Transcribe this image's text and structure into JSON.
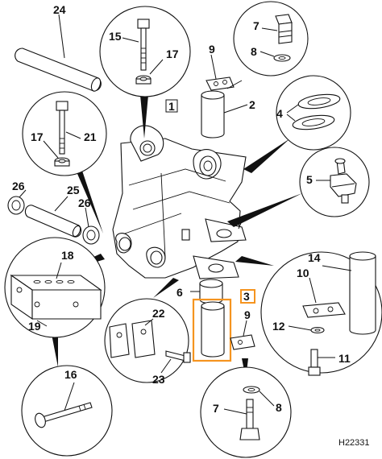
{
  "figure_id": "H22331",
  "highlight_color": "#f5941f",
  "callouts": {
    "c1": "1",
    "c2": "2",
    "c3": "3",
    "c4": "4",
    "c5": "5",
    "c6": "6",
    "c7a": "7",
    "c7b": "7",
    "c8a": "8",
    "c8b": "8",
    "c9a": "9",
    "c9b": "9",
    "c10": "10",
    "c11": "11",
    "c12": "12",
    "c14": "14",
    "c15": "15",
    "c16": "16",
    "c17a": "17",
    "c17b": "17",
    "c18": "18",
    "c19": "19",
    "c21": "21",
    "c22": "22",
    "c23": "23",
    "c24": "24",
    "c25": "25",
    "c26a": "26",
    "c26b": "26"
  },
  "highlighted_callout": "3",
  "highlighted_part": "bushing (item 3)"
}
